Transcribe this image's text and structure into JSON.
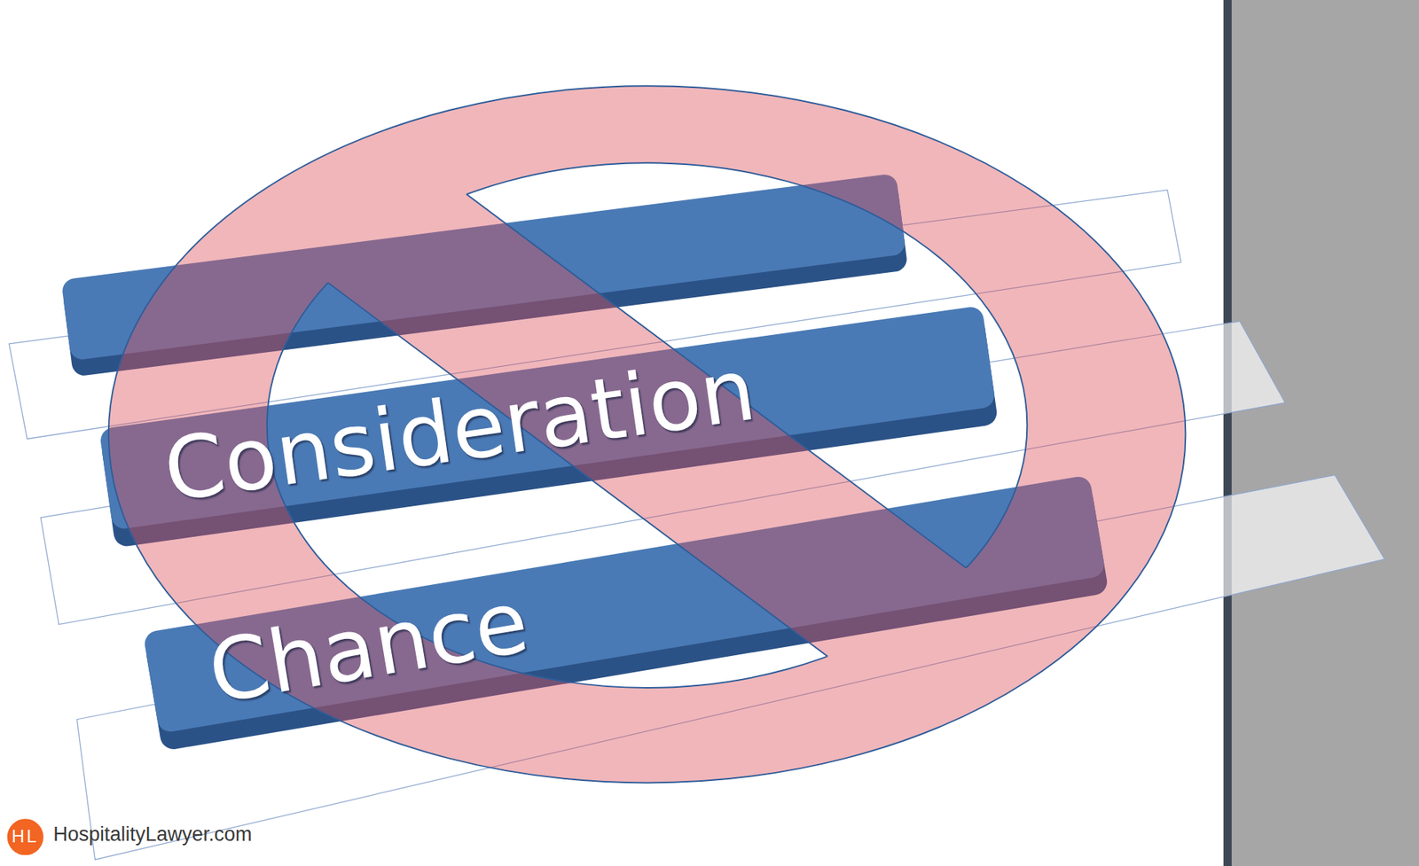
{
  "diagram": {
    "nodes": [
      {
        "text": [
          "Consideration"
        ]
      },
      {
        "text": [
          "Chance"
        ]
      }
    ],
    "labels": [
      "HL",
      "HospitalityLawyer.com"
    ]
  }
}
